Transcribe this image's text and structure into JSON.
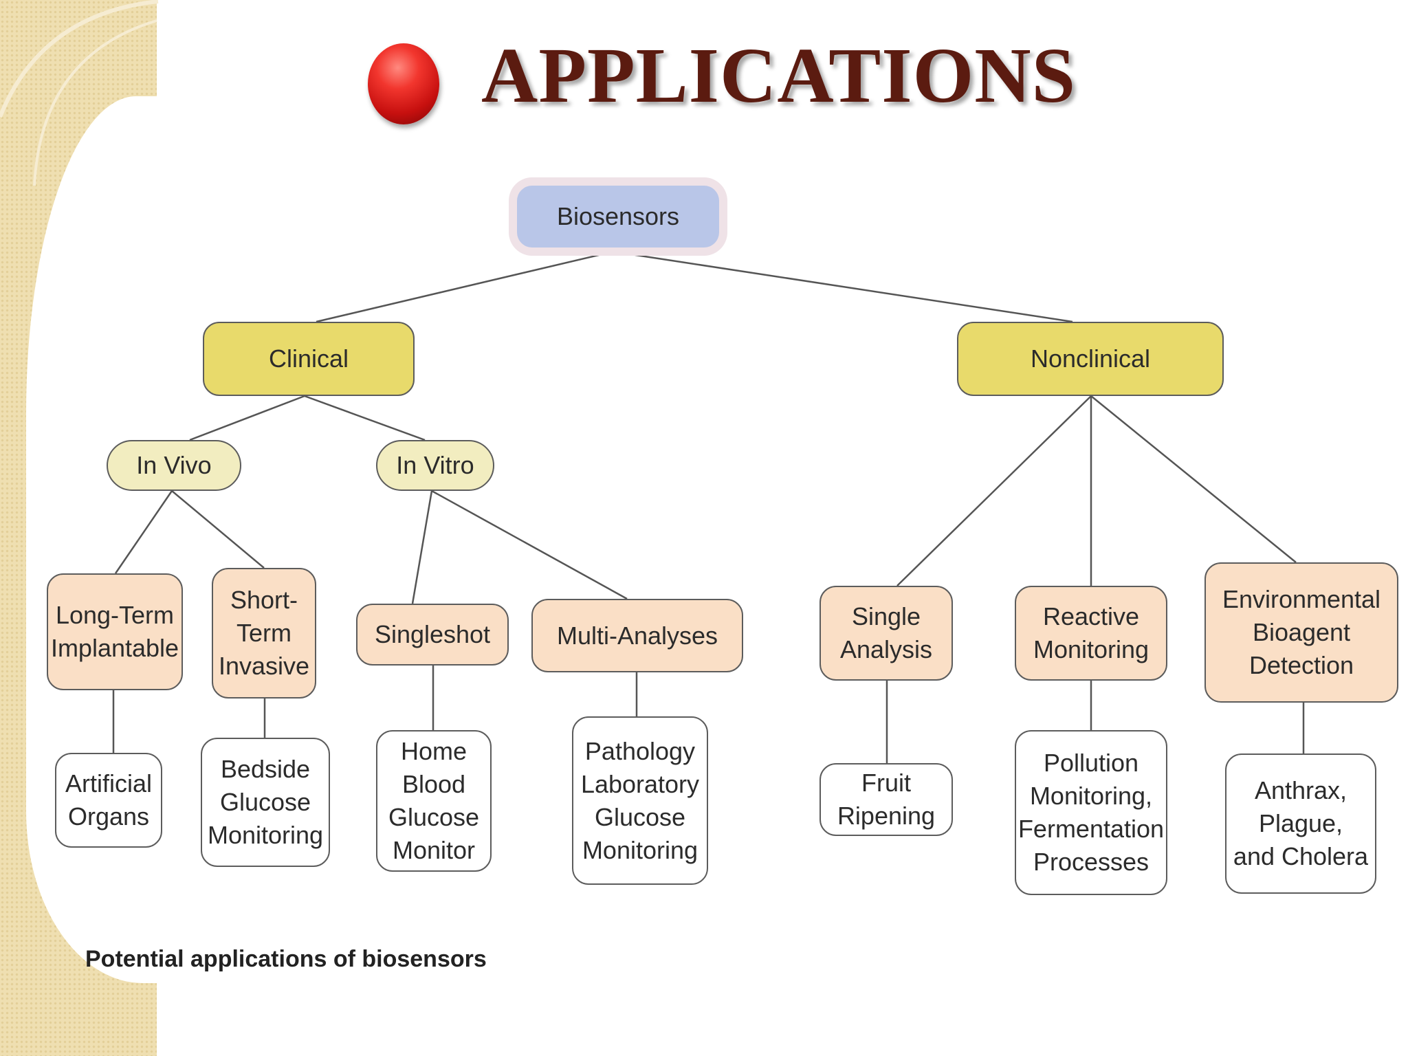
{
  "slide": {
    "title": "APPLICATIONS",
    "caption": "Potential applications of biosensors"
  },
  "diagram": {
    "root": "Biosensors",
    "clinical": "Clinical",
    "nonclinical": "Nonclinical",
    "in_vivo": "In Vivo",
    "in_vitro": "In Vitro",
    "long_term_implantable": "Long-Term\nImplantable",
    "short_term_invasive": "Short-\nTerm\nInvasive",
    "singleshot": "Singleshot",
    "multi_analyses": "Multi-Analyses",
    "single_analysis": "Single\nAnalysis",
    "reactive_monitoring": "Reactive\nMonitoring",
    "environmental_bioagent_detection": "Environmental\nBioagent\nDetection",
    "artificial_organs": "Artificial\nOrgans",
    "bedside_glucose_monitoring": "Bedside\nGlucose\nMonitoring",
    "home_blood_glucose_monitor": "Home\nBlood\nGlucose\nMonitor",
    "pathology_laboratory_glucose_monitoring": "Pathology\nLaboratory\nGlucose\nMonitoring",
    "fruit_ripening": "Fruit\nRipening",
    "pollution_fermentation": "Pollution\nMonitoring,\nFermentation\nProcesses",
    "anthrax_plague_cholera": "Anthrax,\nPlague,\nand Cholera"
  }
}
